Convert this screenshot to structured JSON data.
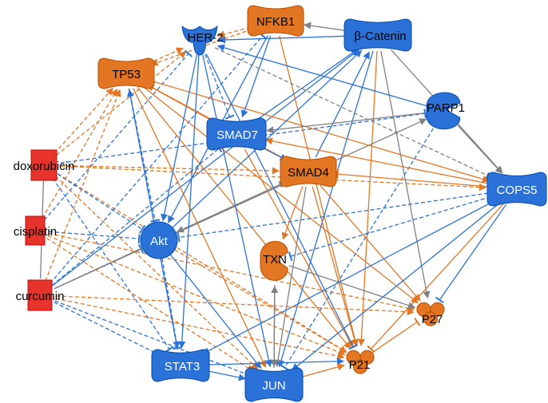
{
  "colors": {
    "orange": "#e37623",
    "blue": "#2b72d8",
    "red": "#e7332b",
    "gray": "#808080",
    "node_stroke": "#555555"
  },
  "nodes": [
    {
      "id": "NFKB1",
      "label": "NFKB1",
      "shape": "bone",
      "color": "orange"
    },
    {
      "id": "HER2",
      "label": "HER-2",
      "shape": "receptor",
      "color": "blue"
    },
    {
      "id": "CTNNB1",
      "label": "β-Catenin",
      "shape": "bone",
      "color": "blue"
    },
    {
      "id": "TP53",
      "label": "TP53",
      "shape": "bone",
      "color": "orange"
    },
    {
      "id": "PARP1",
      "label": "PARP1",
      "shape": "enzyme",
      "color": "blue"
    },
    {
      "id": "SMAD7",
      "label": "SMAD7",
      "shape": "bone",
      "color": "blue"
    },
    {
      "id": "SMAD4",
      "label": "SMAD4",
      "shape": "bone",
      "color": "orange"
    },
    {
      "id": "COPS5",
      "label": "COPS5",
      "shape": "bone",
      "color": "blue"
    },
    {
      "id": "doxorubicin",
      "label": "doxorubicin",
      "shape": "drug",
      "color": "red"
    },
    {
      "id": "cisplatin",
      "label": "cisplatin",
      "shape": "drug",
      "color": "red"
    },
    {
      "id": "curcumin",
      "label": "curcumin",
      "shape": "drug",
      "color": "red"
    },
    {
      "id": "Akt",
      "label": "Akt",
      "shape": "circle",
      "color": "blue"
    },
    {
      "id": "TXN",
      "label": "TXN",
      "shape": "enzyme",
      "color": "orange"
    },
    {
      "id": "P27",
      "label": "P27",
      "shape": "trio",
      "color": "orange"
    },
    {
      "id": "P21",
      "label": "P21",
      "shape": "trio",
      "color": "orange"
    },
    {
      "id": "STAT3",
      "label": "STAT3",
      "shape": "bone",
      "color": "blue"
    },
    {
      "id": "JUN",
      "label": "JUN",
      "shape": "bone",
      "color": "blue"
    }
  ],
  "edges": [
    {
      "from": "doxorubicin",
      "to": "TP53",
      "color": "orange",
      "style": "dashed",
      "end": "arrow"
    },
    {
      "from": "doxorubicin",
      "to": "HER2",
      "color": "orange",
      "style": "dashed",
      "end": "arrow"
    },
    {
      "from": "doxorubicin",
      "to": "SMAD4",
      "color": "orange",
      "style": "dashed",
      "end": "arrow"
    },
    {
      "from": "doxorubicin",
      "to": "P21",
      "color": "orange",
      "style": "dashed",
      "end": "arrow"
    },
    {
      "from": "doxorubicin",
      "to": "JUN",
      "color": "orange",
      "style": "dashed",
      "end": "arrow"
    },
    {
      "from": "doxorubicin",
      "to": "Akt",
      "color": "blue",
      "style": "dashed",
      "end": "bar"
    },
    {
      "from": "doxorubicin",
      "to": "STAT3",
      "color": "blue",
      "style": "dashed",
      "end": "bar"
    },
    {
      "from": "doxorubicin",
      "to": "PARP1",
      "color": "blue",
      "style": "dashed",
      "end": "bar"
    },
    {
      "from": "cisplatin",
      "to": "TP53",
      "color": "orange",
      "style": "dashed",
      "end": "arrow"
    },
    {
      "from": "cisplatin",
      "to": "P21",
      "color": "orange",
      "style": "dashed",
      "end": "arrow"
    },
    {
      "from": "cisplatin",
      "to": "P27",
      "color": "orange",
      "style": "dashed",
      "end": "arrow"
    },
    {
      "from": "cisplatin",
      "to": "JUN",
      "color": "orange",
      "style": "dashed",
      "end": "arrow"
    },
    {
      "from": "cisplatin",
      "to": "HER2",
      "color": "blue",
      "style": "dashed",
      "end": "bar"
    },
    {
      "from": "cisplatin",
      "to": "Akt",
      "color": "blue",
      "style": "dashed",
      "end": "bar"
    },
    {
      "from": "curcumin",
      "to": "TP53",
      "color": "orange",
      "style": "dashed",
      "end": "arrow"
    },
    {
      "from": "curcumin",
      "to": "P21",
      "color": "orange",
      "style": "dashed",
      "end": "arrow"
    },
    {
      "from": "curcumin",
      "to": "NFKB1",
      "color": "blue",
      "style": "dashed",
      "end": "bar"
    },
    {
      "from": "curcumin",
      "to": "STAT3",
      "color": "blue",
      "style": "dashed",
      "end": "bar"
    },
    {
      "from": "curcumin",
      "to": "Akt",
      "color": "blue",
      "style": "dashed",
      "end": "bar"
    },
    {
      "from": "curcumin",
      "to": "SMAD7",
      "color": "blue",
      "style": "dashed",
      "end": "bar"
    },
    {
      "from": "curcumin",
      "to": "CTNNB1",
      "color": "blue",
      "style": "solid",
      "end": "arrow"
    },
    {
      "from": "curcumin",
      "to": "PARP1",
      "color": "gray",
      "style": "solid",
      "end": "arrow"
    },
    {
      "from": "curcumin",
      "to": "SMAD4",
      "color": "gray",
      "style": "solid",
      "end": "arrow"
    },
    {
      "from": "doxorubicin",
      "to": "curcumin",
      "color": "gray",
      "style": "solid",
      "end": "none"
    },
    {
      "from": "TP53",
      "to": "P21",
      "color": "orange",
      "style": "solid",
      "end": "arrow"
    },
    {
      "from": "TP53",
      "to": "P27",
      "color": "orange",
      "style": "solid",
      "end": "arrow"
    },
    {
      "from": "TP53",
      "to": "COPS5",
      "color": "orange",
      "style": "solid",
      "end": "arrow"
    },
    {
      "from": "TP53",
      "to": "SMAD4",
      "color": "orange",
      "style": "solid",
      "end": "arrow"
    },
    {
      "from": "TP53",
      "to": "JUN",
      "color": "orange",
      "style": "solid",
      "end": "arrow"
    },
    {
      "from": "TP53",
      "to": "STAT3",
      "color": "blue",
      "style": "dashed",
      "end": "bar"
    },
    {
      "from": "TP53",
      "to": "Akt",
      "color": "blue",
      "style": "dashed",
      "end": "bar"
    },
    {
      "from": "TP53",
      "to": "HER2",
      "color": "orange",
      "style": "dashed",
      "end": "arrow"
    },
    {
      "from": "NFKB1",
      "to": "HER2",
      "color": "orange",
      "style": "dashed",
      "end": "arrow"
    },
    {
      "from": "NFKB1",
      "to": "P21",
      "color": "orange",
      "style": "solid",
      "end": "arrow"
    },
    {
      "from": "NFKB1",
      "to": "TP53",
      "color": "orange",
      "style": "dashed",
      "end": "arrow"
    },
    {
      "from": "NFKB1",
      "to": "SMAD7",
      "color": "blue",
      "style": "solid",
      "end": "arrow"
    },
    {
      "from": "NFKB1",
      "to": "Akt",
      "color": "blue",
      "style": "solid",
      "end": "arrow"
    },
    {
      "from": "CTNNB1",
      "to": "NFKB1",
      "color": "gray",
      "style": "solid",
      "end": "arrow"
    },
    {
      "from": "CTNNB1",
      "to": "HER2",
      "color": "blue",
      "style": "solid",
      "end": "arrow"
    },
    {
      "from": "CTNNB1",
      "to": "P21",
      "color": "orange",
      "style": "solid",
      "end": "arrow"
    },
    {
      "from": "CTNNB1",
      "to": "P27",
      "color": "gray",
      "style": "solid",
      "end": "arrow"
    },
    {
      "from": "CTNNB1",
      "to": "COPS5",
      "color": "gray",
      "style": "solid",
      "end": "arrow"
    },
    {
      "from": "CTNNB1",
      "to": "JUN",
      "color": "blue",
      "style": "solid",
      "end": "arrow"
    },
    {
      "from": "SMAD7",
      "to": "CTNNB1",
      "color": "blue",
      "style": "solid",
      "end": "arrow"
    },
    {
      "from": "SMAD4",
      "to": "CTNNB1",
      "color": "blue",
      "style": "solid",
      "end": "arrow"
    },
    {
      "from": "SMAD7",
      "to": "SMAD4",
      "color": "blue",
      "style": "solid",
      "end": "arrow"
    },
    {
      "from": "SMAD7",
      "to": "P21",
      "color": "orange",
      "style": "solid",
      "end": "arrow"
    },
    {
      "from": "SMAD4",
      "to": "P21",
      "color": "orange",
      "style": "solid",
      "end": "arrow"
    },
    {
      "from": "SMAD4",
      "to": "P27",
      "color": "orange",
      "style": "solid",
      "end": "arrow"
    },
    {
      "from": "SMAD4",
      "to": "JUN",
      "color": "gray",
      "style": "solid",
      "end": "arrow"
    },
    {
      "from": "SMAD4",
      "to": "Akt",
      "color": "gray",
      "style": "solid",
      "end": "arrow"
    },
    {
      "from": "HER2",
      "to": "SMAD7",
      "color": "blue",
      "style": "dashed",
      "end": "bar"
    },
    {
      "from": "HER2",
      "to": "STAT3",
      "color": "blue",
      "style": "solid",
      "end": "arrow"
    },
    {
      "from": "HER2",
      "to": "Akt",
      "color": "blue",
      "style": "solid",
      "end": "arrow"
    },
    {
      "from": "HER2",
      "to": "JUN",
      "color": "blue",
      "style": "solid",
      "end": "arrow"
    },
    {
      "from": "HER2",
      "to": "P21",
      "color": "blue",
      "style": "solid",
      "end": "bar"
    },
    {
      "from": "PARP1",
      "to": "HER2",
      "color": "blue",
      "style": "solid",
      "end": "arrow"
    },
    {
      "from": "PARP1",
      "to": "SMAD7",
      "color": "gray",
      "style": "solid",
      "end": "arrow"
    },
    {
      "from": "PARP1",
      "to": "JUN",
      "color": "blue",
      "style": "dashed",
      "end": "bar"
    },
    {
      "from": "PARP1",
      "to": "COPS5",
      "color": "gray",
      "style": "solid",
      "end": "arrow"
    },
    {
      "from": "COPS5",
      "to": "P21",
      "color": "orange",
      "style": "solid",
      "end": "bar"
    },
    {
      "from": "COPS5",
      "to": "P27",
      "color": "blue",
      "style": "solid",
      "end": "bar"
    },
    {
      "from": "COPS5",
      "to": "JUN",
      "color": "blue",
      "style": "solid",
      "end": "arrow"
    },
    {
      "from": "COPS5",
      "to": "STAT3",
      "color": "blue",
      "style": "solid",
      "end": "arrow"
    },
    {
      "from": "COPS5",
      "to": "SMAD4",
      "color": "orange",
      "style": "solid",
      "end": "bar"
    },
    {
      "from": "COPS5",
      "to": "Akt",
      "color": "blue",
      "style": "dashed",
      "end": "bar"
    },
    {
      "from": "COPS5",
      "to": "SMAD7",
      "color": "orange",
      "style": "solid",
      "end": "arrow"
    },
    {
      "from": "COPS5",
      "to": "TXN",
      "color": "blue",
      "style": "dashed",
      "end": "bar"
    },
    {
      "from": "HER2",
      "to": "COPS5",
      "color": "gray",
      "style": "dashed",
      "end": "arrow"
    },
    {
      "from": "Akt",
      "to": "STAT3",
      "color": "blue",
      "style": "dashed",
      "end": "arrow"
    },
    {
      "from": "Akt",
      "to": "JUN",
      "color": "blue",
      "style": "solid",
      "end": "arrow"
    },
    {
      "from": "Akt",
      "to": "P21",
      "color": "orange",
      "style": "dashed",
      "end": "arrow"
    },
    {
      "from": "Akt",
      "to": "CTNNB1",
      "color": "blue",
      "style": "solid",
      "end": "arrow"
    },
    {
      "from": "STAT3",
      "to": "TP53",
      "color": "blue",
      "style": "solid",
      "end": "arrow"
    },
    {
      "from": "STAT3",
      "to": "JUN",
      "color": "blue",
      "style": "solid",
      "end": "arrow"
    },
    {
      "from": "STAT3",
      "to": "P21",
      "color": "blue",
      "style": "solid",
      "end": "arrow"
    },
    {
      "from": "JUN",
      "to": "TXN",
      "color": "gray",
      "style": "solid",
      "end": "arrow"
    },
    {
      "from": "JUN",
      "to": "P21",
      "color": "orange",
      "style": "solid",
      "end": "arrow"
    },
    {
      "from": "TXN",
      "to": "P27",
      "color": "gray",
      "style": "solid",
      "end": "arrow"
    },
    {
      "from": "TXN",
      "to": "JUN",
      "color": "gray",
      "style": "solid",
      "end": "arrow"
    },
    {
      "from": "P21",
      "to": "P27",
      "color": "orange",
      "style": "solid",
      "end": "bar"
    },
    {
      "from": "curcumin",
      "to": "JUN",
      "color": "blue",
      "style": "dashed",
      "end": "bar"
    },
    {
      "from": "curcumin",
      "to": "P27",
      "color": "orange",
      "style": "dashed",
      "end": "arrow"
    },
    {
      "from": "doxorubicin",
      "to": "COPS5",
      "color": "orange",
      "style": "dashed",
      "end": "arrow"
    },
    {
      "from": "SMAD7",
      "to": "TP53",
      "color": "orange",
      "style": "solid",
      "end": "arrow"
    },
    {
      "from": "SMAD4",
      "to": "TXN",
      "color": "orange",
      "style": "solid",
      "end": "arrow"
    }
  ]
}
